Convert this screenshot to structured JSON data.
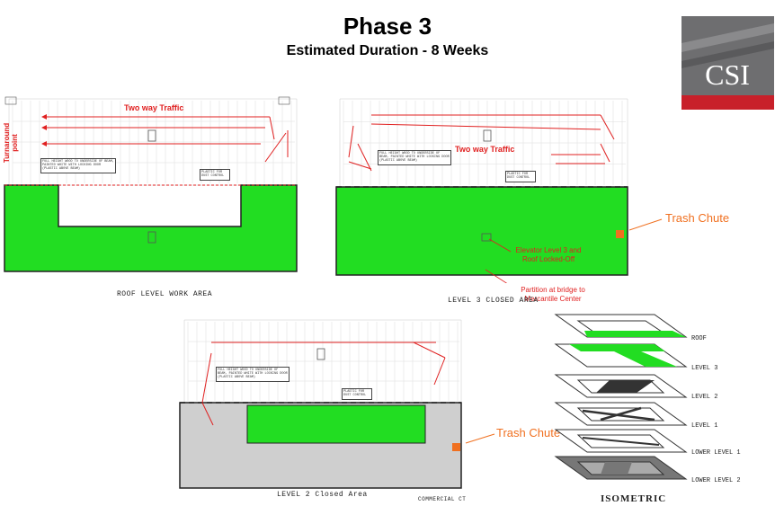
{
  "header": {
    "title": "Phase 3",
    "subtitle": "Estimated Duration - 8 Weeks"
  },
  "logo": {
    "text": "CSI",
    "colors": {
      "dark": "#6e6e70",
      "red": "#c8202a"
    }
  },
  "plans": {
    "roof": {
      "caption": "ROOF LEVEL WORK AREA",
      "traffic_label": "Two way Traffic",
      "turnaround_label": "Turnaround point",
      "note_1": "FULL HEIGHT WOOD TO UNDERSIDE OF BEAM, PAINTED WHITE WITH LOCKING DOOR (PLASTIC ABOVE BEAM)",
      "note_2": "PLASTIC FOR DUST CONTROL"
    },
    "level3": {
      "caption": "LEVEL 3 CLOSED AREA",
      "traffic_label": "Two way Traffic",
      "elevator_note": "Elevator Level 3 and Roof Locked-Off",
      "partition_note": "Partition at bridge to Mercantile Center",
      "trash_label": "Trash Chute",
      "note_1": "FULL HEIGHT WOOD TO UNDERSIDE OF BEAM, PAINTED WHITE WITH LOCKING DOOR (PLASTIC ABOVE BEAM)",
      "note_2": "PLASTIC FOR DUST CONTROL"
    },
    "level2": {
      "caption": "LEVEL 2 Closed Area",
      "caption_2": "COMMERCIAL CT",
      "trash_label": "Trash Chute",
      "note_1": "FULL HEIGHT WOOD TO UNDERSIDE OF BEAM, PAINTED WHITE WITH LOCKING DOOR (PLASTIC ABOVE BEAM)",
      "note_2": "PLASTIC FOR DUST CONTROL"
    }
  },
  "isometric": {
    "caption": "ISOMETRIC",
    "levels": [
      "ROOF",
      "LEVEL 3",
      "LEVEL 2",
      "LEVEL 1",
      "LOWER LEVEL 1",
      "LOWER LEVEL 2"
    ]
  },
  "colors": {
    "work_area": "#22dd22",
    "closed_gray": "#cfcfcf",
    "traffic_red": "#e02020",
    "trash_orange": "#f07020"
  }
}
